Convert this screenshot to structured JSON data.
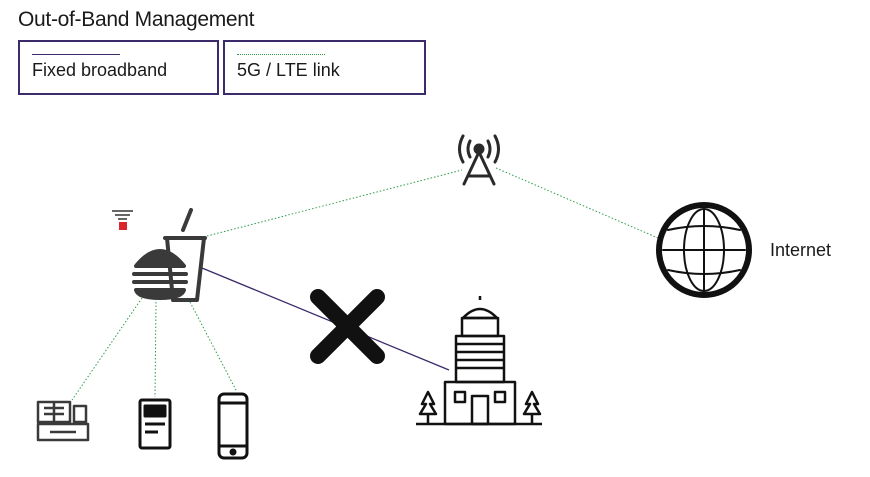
{
  "title": "Out-of-Band Management",
  "legend": {
    "fixed": {
      "label": "Fixed broadband",
      "color": "#3d2a6b"
    },
    "wireless": {
      "label": "5G / LTE link",
      "color": "#2e9b4a"
    }
  },
  "nodes": {
    "internet": {
      "label": "Internet",
      "icon": "globe-icon"
    },
    "tower": {
      "icon": "cell-tower-icon"
    },
    "restaurant": {
      "icon": "fast-food-icon"
    },
    "headquarters": {
      "icon": "office-building-icon"
    },
    "pos": {
      "icon": "cash-register-icon"
    },
    "terminal": {
      "icon": "payment-terminal-icon"
    },
    "phone": {
      "icon": "smartphone-icon"
    },
    "status": {
      "icon": "status-indicator-icon",
      "color": "#d9262c"
    }
  },
  "broken_link": {
    "icon": "x-mark-icon"
  }
}
